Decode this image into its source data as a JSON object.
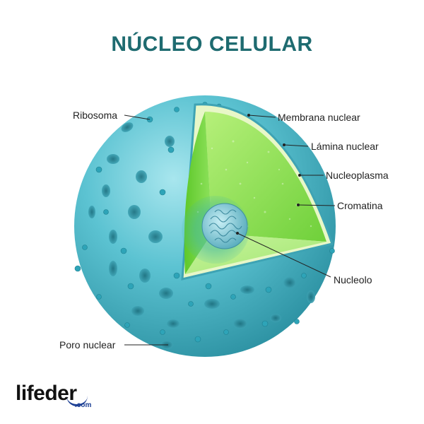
{
  "title": "NÚCLEO CELULAR",
  "labels": {
    "ribosoma": "Ribosoma",
    "membrana_nuclear": "Membrana nuclear",
    "lamina_nuclear": "Lámina nuclear",
    "nucleoplasma": "Nucleoplasma",
    "cromatina": "Cromatina",
    "nucleolo": "Nucleolo",
    "poro_nuclear": "Poro nuclear"
  },
  "logo": {
    "name": "lifeder",
    "domain": ".com"
  },
  "colors": {
    "title": "#1e6b70",
    "sphere": "#4fbccb",
    "sphere_dark": "#2a8fa0",
    "nucleoplasm": "#8fe05a",
    "lamina": "#d8f5a0",
    "nucleolus": "#5aaec0"
  }
}
